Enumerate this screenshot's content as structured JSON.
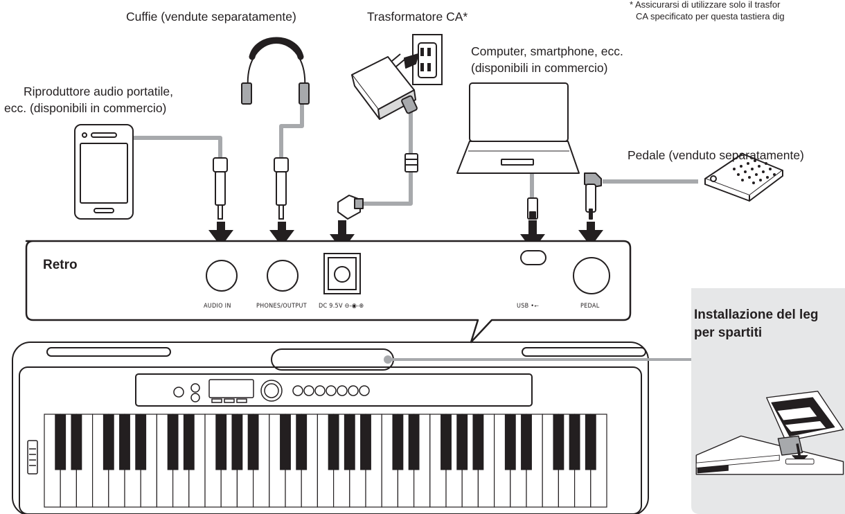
{
  "note": {
    "line1": "* Assicurarsi di utilizzare solo il trasfor",
    "line2": "CA specificato per questa tastiera dig"
  },
  "labels": {
    "headphones": "Cuffie (vendute separatamente)",
    "adapter": "Trasformatore CA*",
    "computer_1": "Computer, smartphone, ecc.",
    "computer_2": "(disponibili in commercio)",
    "player_1": "Riproduttore audio portatile,",
    "player_2": "ecc. (disponibili in commercio)",
    "pedal": "Pedale (venduto separatamente)"
  },
  "panel": {
    "title": "Retro",
    "ports": {
      "audio_in": "AUDIO IN",
      "phones": "PHONES/OUTPUT",
      "dc": "DC 9.5V",
      "usb": "USB",
      "pedal": "PEDAL"
    }
  },
  "inset": {
    "title_1": "Installazione del leg",
    "title_2": "per spartiti"
  },
  "icons": [
    "arrow-down-icon",
    "usb-icon",
    "dc-polarity-icon"
  ],
  "colors": {
    "line": "#231f20",
    "cable": "#a7a9ac",
    "inset_bg": "#e6e7e8",
    "arrow": "#231f20"
  }
}
